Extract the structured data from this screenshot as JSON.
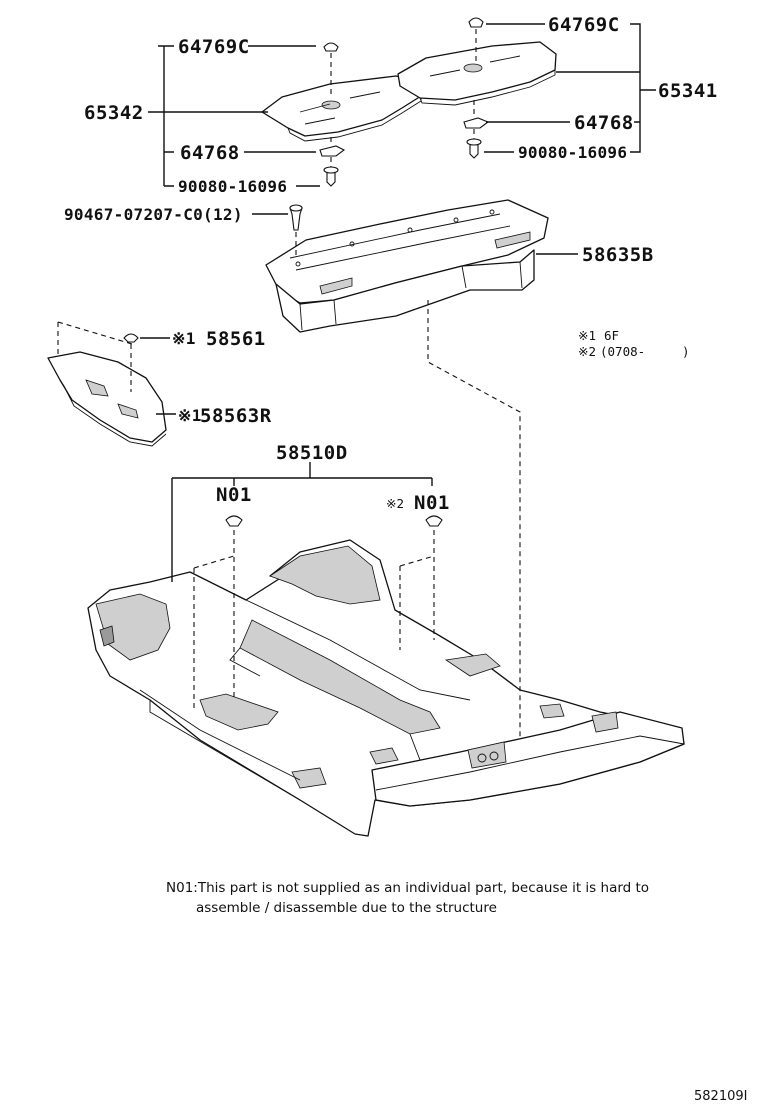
{
  "labels": {
    "p_64769c_left": "64769C",
    "p_64769c_right": "64769C",
    "p_65342": "65342",
    "p_65341": "65341",
    "p_64768_left": "64768",
    "p_64768_right": "64768",
    "p_90080_left": "90080-16096",
    "p_90080_right": "90080-16096",
    "p_90467": "90467-07207-C0(12)",
    "p_58635b": "58635B",
    "p_58561": "58561",
    "p_58561_mark": "※1",
    "p_58563r": "58563R",
    "p_58563r_mark": "※1",
    "p_58510d": "58510D",
    "p_n01_left": "N01",
    "p_n01_right": "N01",
    "p_n01_right_mark": "※2"
  },
  "legend": {
    "note1_mark": "※1",
    "note1_text": "6F",
    "note2_mark": "※2",
    "note2_text": "(0708-",
    "note2_close": ")"
  },
  "footnote": {
    "line1": "N01:This part is not supplied as an individual part, because it is hard to",
    "line2": "assemble / disassemble due to the structure"
  },
  "diagram_code": "582109I"
}
